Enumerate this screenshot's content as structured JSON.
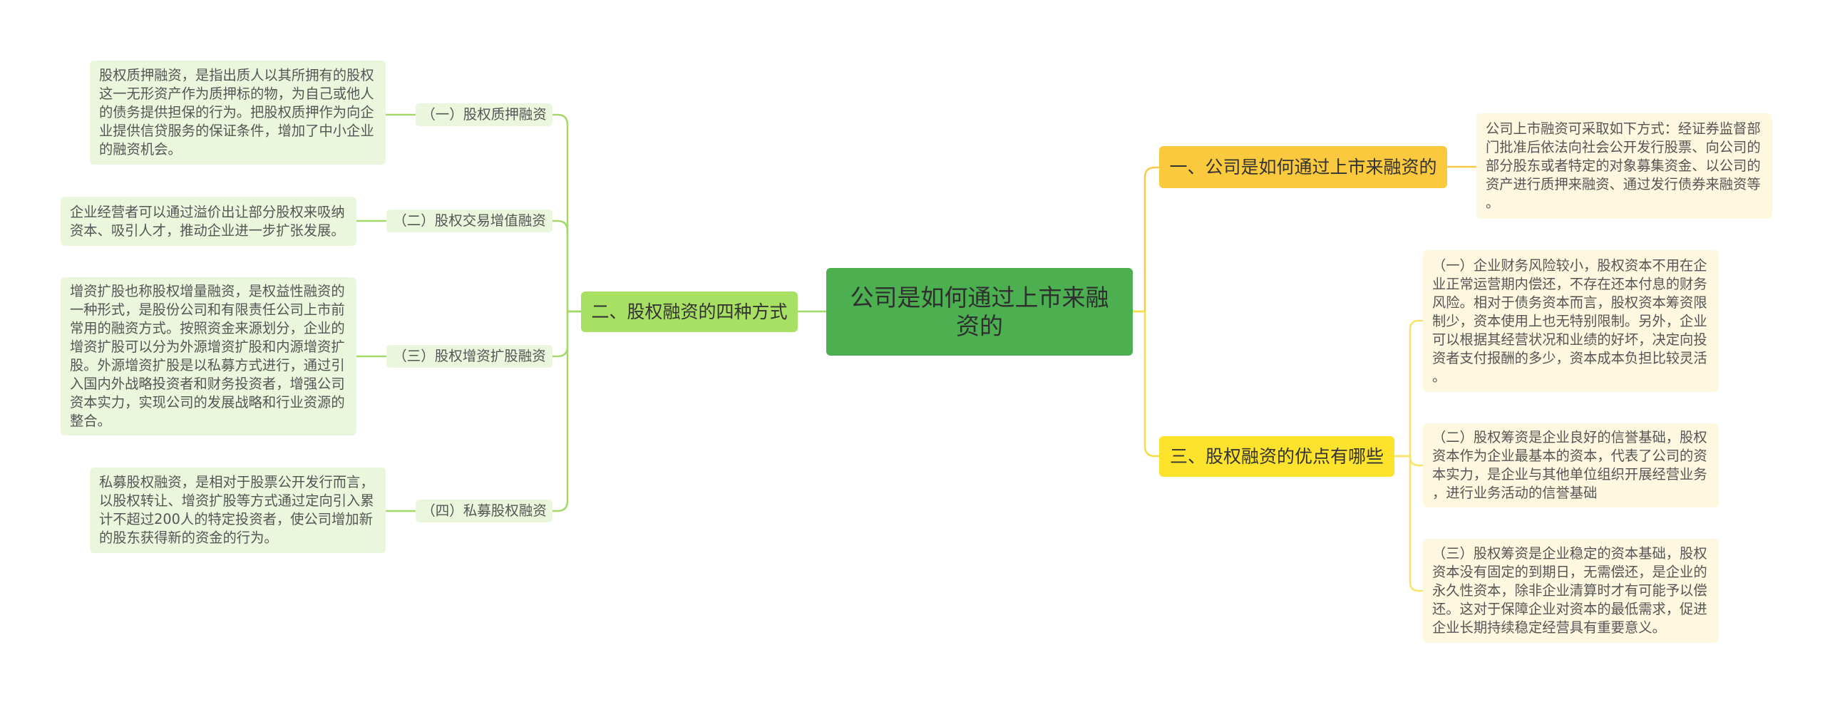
{
  "mindmap": {
    "root": {
      "title": "公司是如何通过上市来融资的"
    },
    "left_branch": {
      "label": "二、股权融资的四种方式",
      "children": [
        {
          "label": "（一）股权质押融资",
          "detail": "股权质押融资，是指出质人以其所拥有的股权这一无形资产作为质押标的物，为自己或他人的债务提供担保的行为。把股权质押作为向企业提供信贷服务的保证条件，增加了中小企业的融资机会。"
        },
        {
          "label": "（二）股权交易增值融资",
          "detail": "企业经营者可以通过溢价出让部分股权来吸纳资本、吸引人才，推动企业进一步扩张发展。"
        },
        {
          "label": "（三）股权增资扩股融资",
          "detail": "增资扩股也称股权增量融资，是权益性融资的一种形式，是股份公司和有限责任公司上市前常用的融资方式。按照资金来源划分，企业的增资扩股可以分为外源增资扩股和内源增资扩股。外源增资扩股是以私募方式进行，通过引入国内外战略投资者和财务投资者，增强公司资本实力，实现公司的发展战略和行业资源的整合。"
        },
        {
          "label": "（四）私募股权融资",
          "detail": "私募股权融资，是相对于股票公开发行而言，以股权转让、增资扩股等方式通过定向引入累计不超过200人的特定投资者，使公司增加新的股东获得新的资金的行为。"
        }
      ]
    },
    "right_branches": [
      {
        "label": "一、公司是如何通过上市来融资的",
        "details": [
          "公司上市融资可采取如下方式：经证券监督部门批准后依法向社会公开发行股票、向公司的部分股东或者特定的对象募集资金、以公司的资产进行质押来融资、通过发行债券来融资等。"
        ]
      },
      {
        "label": "三、股权融资的优点有哪些",
        "details": [
          "（一）企业财务风险较小，股权资本不用在企业正常运营期内偿还，不存在还本付息的财务风险。相对于债务资本而言，股权资本筹资限制少，资本使用上也无特别限制。另外，企业可以根据其经营状况和业绩的好坏，决定向投资者支付报酬的多少，资本成本负担比较灵活。",
          "（二）股权筹资是企业良好的信誉基础，股权资本作为企业最基本的资本，代表了公司的资本实力，是企业与其他单位组织开展经营业务，进行业务活动的信誉基础",
          "（三）股权筹资是企业稳定的资本基础，股权资本没有固定的到期日，无需偿还，是企业的永久性资本，除非企业清算时才有可能予以偿还。这对于保障企业对资本的最低需求，促进企业长期持续稳定经营具有重要意义。"
        ]
      }
    ]
  },
  "colors": {
    "root_bg": "#4caf50",
    "root_text": "#2f2f2f",
    "branch_left_bg": "#a8e063",
    "branch_r1_bg": "#fbc93d",
    "branch_r3_bg": "#fde32c",
    "leaf_left_bg": "#ebf7dd",
    "leaf_right_bg": "#fff8e0",
    "text_main": "#333333",
    "text_leaf": "#555555",
    "line_left": "#a5d86b",
    "line_right_top": "#f6c94a",
    "line_right_bottom": "#f3df45",
    "line_right_leaf": "#f6e46a"
  }
}
